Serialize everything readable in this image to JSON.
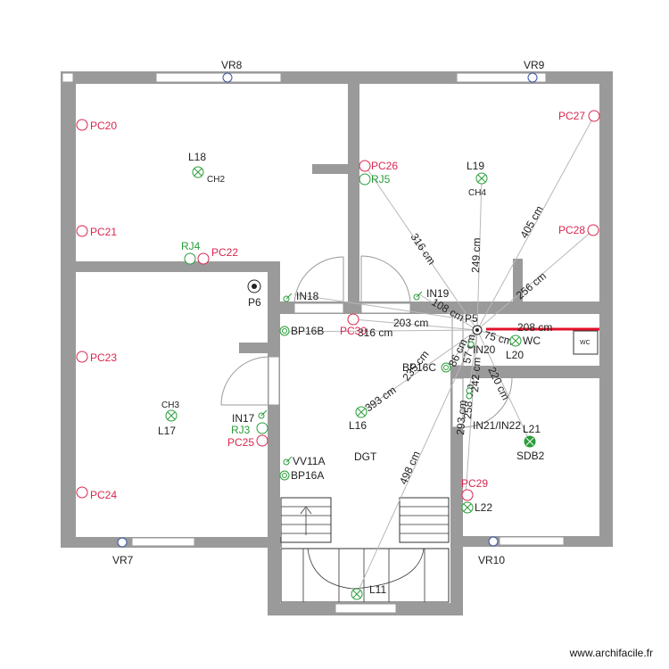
{
  "rooms": {
    "ch2": "CH2",
    "ch4": "CH4",
    "ch3": "CH3",
    "sdb2": "SDB2",
    "dgt": "DGT",
    "wc": "WC",
    "wc_box": "WC"
  },
  "windows": {
    "vr7": "VR7",
    "vr8": "VR8",
    "vr9": "VR9",
    "vr10": "VR10"
  },
  "sockets": {
    "pc20": "PC20",
    "pc21": "PC21",
    "pc22": "PC22",
    "pc23": "PC23",
    "pc24": "PC24",
    "pc25": "PC25",
    "pc26": "PC26",
    "pc27": "PC27",
    "pc28": "PC28",
    "pc29": "PC29",
    "pc30": "PC30"
  },
  "network": {
    "rj3": "RJ3",
    "rj4": "RJ4",
    "rj5": "RJ5"
  },
  "lights": {
    "l11": "L11",
    "l16": "L16",
    "l17": "L17",
    "l18": "L18",
    "l19": "L19",
    "l20": "L20",
    "l21": "L21",
    "l22": "L22"
  },
  "switches": {
    "in17": "IN17",
    "in18": "IN18",
    "in19": "IN19",
    "in20": "IN20",
    "in21_in22": "IN21/IN22",
    "bp16a": "BP16A",
    "bp16b": "BP16B",
    "bp16c": "BP16C",
    "vv11a": "VV11A"
  },
  "other": {
    "p5": "P5",
    "p6": "P6"
  },
  "dimensions": {
    "d316a": "316 cm",
    "d316b": "316 cm",
    "d249": "249 cm",
    "d405": "405 cm",
    "d256": "256 cm",
    "d203": "203 cm",
    "d108": "108 cm",
    "d208": "208 cm",
    "d75": "75 cm",
    "d86": "86 cm",
    "d57": "57 cm",
    "d235": "235 cm",
    "d220": "220 cm",
    "d393": "393 cm",
    "d498": "498 cm",
    "d293": "293 cm",
    "d258": "258 cm",
    "d242": "242 cm"
  },
  "colors": {
    "wall": "#9a9a9a",
    "socket": "#d9264f",
    "network": "#2a9d3a",
    "accent_line": "#e0112b"
  },
  "footer": {
    "credit": "www.archifacile.fr"
  }
}
